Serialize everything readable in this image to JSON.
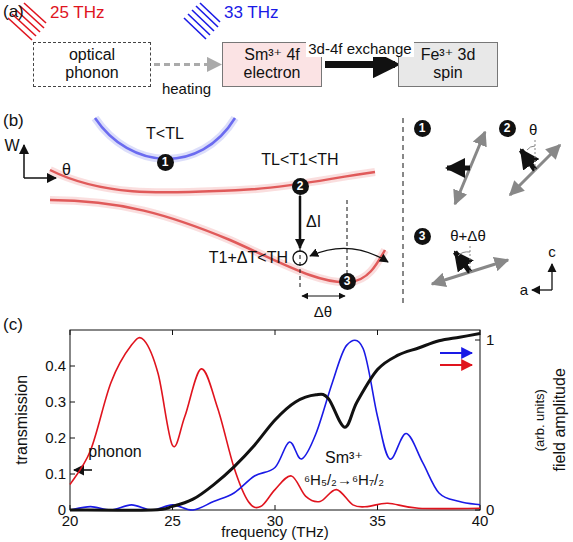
{
  "diagram": {
    "nodes": [
      {
        "text": [
          "optical phonon"
        ]
      },
      {
        "text": [
          "Sm³⁺ 4f electron"
        ]
      },
      {
        "text": [
          "Fe³⁺ 3d spin"
        ]
      }
    ],
    "edges": [
      {
        "from": 0,
        "to": 1,
        "arrow": "to",
        "label": "heating"
      },
      {
        "from": 1,
        "to": 2,
        "arrow": "to",
        "label": "3d-4f exchange"
      }
    ],
    "labels": [
      "(a)",
      "25 THz",
      "33 THz",
      "(b)",
      "W",
      "θ",
      "T<TL",
      "1",
      "TL<T1<TH",
      "2",
      "ΔI",
      "T1+ΔT<TH",
      "Δθ",
      "3",
      "1",
      "2",
      "θ",
      "3",
      "θ+Δθ",
      "c",
      "a",
      "(c)",
      "transmission",
      "field amplitude",
      "(arb. units)",
      "0",
      "0.1",
      "0.2",
      "0.3",
      "0.4",
      "20",
      "25",
      "30",
      "35",
      "40",
      "0",
      "1",
      "frequency (THz)",
      "phonon",
      "Sm³⁺",
      "⁶H₅/₂→⁶H₇/₂"
    ]
  }
}
